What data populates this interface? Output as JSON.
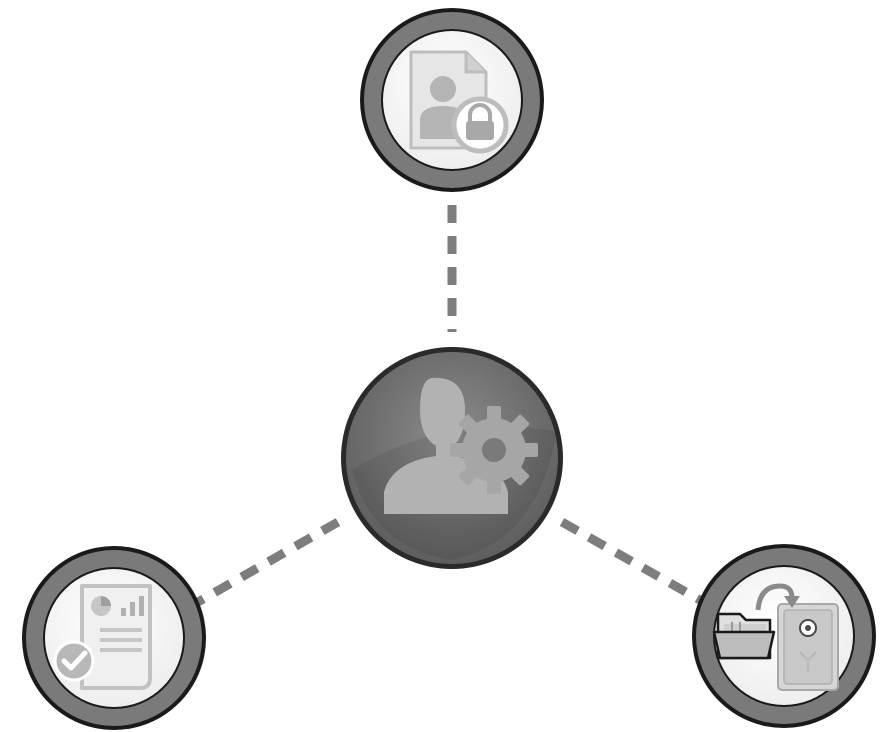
{
  "diagram": {
    "center_node": {
      "icon": "user-settings-icon"
    },
    "satellite_nodes": [
      {
        "position": "top",
        "icon": "secure-user-document-icon"
      },
      {
        "position": "bottom-left",
        "icon": "approved-report-icon"
      },
      {
        "position": "bottom-right",
        "icon": "archive-to-safe-icon"
      }
    ],
    "connector_style": "dashed",
    "colors": {
      "background": "#ffffff",
      "ring": "#7a7a7a",
      "ring_outline": "#1a1a1a",
      "node_fill": "#ffffff",
      "center_fill": "#6e6e6e",
      "center_highlight": "#8c8c8c",
      "icon_light": "#bdbdbd",
      "icon_dark": "#8a8a8a",
      "connector": "#7d7d7d"
    }
  }
}
